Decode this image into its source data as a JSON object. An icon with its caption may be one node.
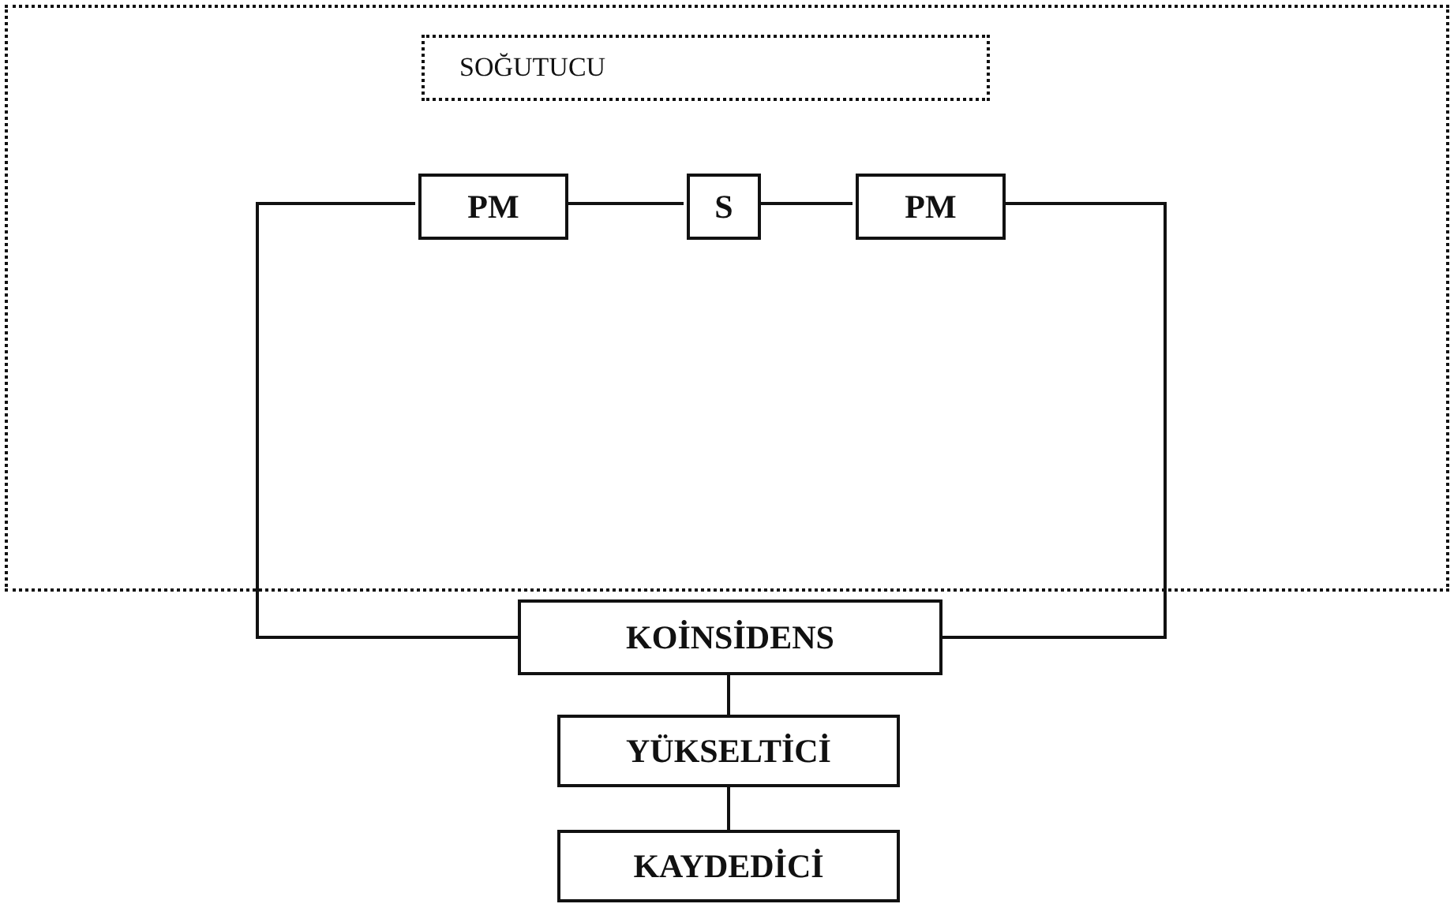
{
  "diagram": {
    "nodes": [
      {
        "text": [],
        "shape": "box"
      },
      {
        "text": [
          "SOĞUTUCU"
        ],
        "in": 0
      },
      {
        "text": [
          "PM"
        ],
        "in": 0
      },
      {
        "text": [
          "S"
        ],
        "in": 0
      },
      {
        "text": [
          "PM"
        ],
        "in": 0
      },
      {
        "text": [
          "KOİNSİDENS"
        ]
      },
      {
        "text": [
          "YÜKSELTİCİ"
        ]
      },
      {
        "text": [
          "KAYDEDİCİ"
        ]
      }
    ],
    "edges": [
      {
        "from": 2,
        "to": 3,
        "arrow": "none"
      },
      {
        "from": 3,
        "to": 4,
        "arrow": "none"
      },
      {
        "from": 2,
        "to": 5,
        "arrow": "none"
      },
      {
        "from": 4,
        "to": 5,
        "arrow": "none"
      },
      {
        "from": 5,
        "to": 6,
        "arrow": "none"
      },
      {
        "from": 6,
        "to": 7,
        "arrow": "none"
      }
    ]
  }
}
